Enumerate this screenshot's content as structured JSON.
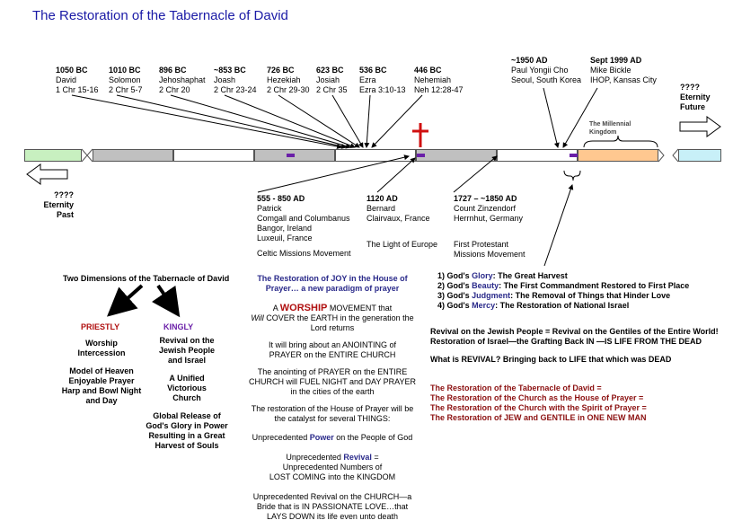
{
  "title": "The Restoration of the Tabernacle of David",
  "top_events": [
    {
      "date": "1050 BC",
      "l1": "David",
      "l2": "1 Chr 15-16"
    },
    {
      "date": "1010 BC",
      "l1": "Solomon",
      "l2": "2 Chr 5-7"
    },
    {
      "date": "896 BC",
      "l1": "Jehoshaphat",
      "l2": "2 Chr 20"
    },
    {
      "date": "~853 BC",
      "l1": "Joash",
      "l2": "2 Chr 23-24"
    },
    {
      "date": "726 BC",
      "l1": "Hezekiah",
      "l2": "2 Chr 29-30"
    },
    {
      "date": "623 BC",
      "l1": "Josiah",
      "l2": "2 Chr 35"
    },
    {
      "date": "536 BC",
      "l1": "Ezra",
      "l2": "Ezra 3:10-13"
    },
    {
      "date": "446 BC",
      "l1": "Nehemiah",
      "l2": "Neh 12:28-47"
    }
  ],
  "modern_events": [
    {
      "date": "~1950 AD",
      "l1": "Paul Yongii Cho",
      "l2": "Seoul, South Korea"
    },
    {
      "date": "Sept 1999 AD",
      "l1": "Mike Bickle",
      "l2": "IHOP, Kansas City"
    }
  ],
  "eternity_future": {
    "l1": "????",
    "l2": "Eternity",
    "l3": "Future"
  },
  "eternity_past": {
    "l1": "????",
    "l2": "Eternity",
    "l3": "Past"
  },
  "millennial": "The Millennial Kingdom",
  "church_events": [
    {
      "date": "555 - 850 AD",
      "lines": [
        "Patrick",
        "Comgall and Columbanus",
        "Bangor, Ireland",
        "Luxeuil, France",
        "",
        "Celtic Missions Movement"
      ]
    },
    {
      "date": "1120 AD",
      "lines": [
        "Bernard",
        "Clairvaux, France",
        "",
        "",
        "The Light of Europe"
      ]
    },
    {
      "date": "1727 – ~1850 AD",
      "lines": [
        "Count Zinzendorf",
        "Herrnhut, Germany",
        "",
        "",
        "First Protestant",
        "Missions Movement"
      ]
    }
  ],
  "two_dimensions": {
    "heading": "Two Dimensions of the Tabernacle of David",
    "priestly": {
      "label": "PRIESTLY",
      "items": [
        "Worship Intercession",
        "Model of Heaven Enjoyable Prayer Harp and Bowl Night and Day"
      ]
    },
    "kingly": {
      "label": "KINGLY",
      "items": [
        "Revival on the Jewish People and Israel",
        "A Unified Victorious Church",
        "Global Release of God's Glory in Power Resulting in a Great Harvest of Souls"
      ]
    }
  },
  "center_col": {
    "heading1": "The Restoration of JOY in the House of",
    "heading2": "Prayer… a new paradigm of prayer",
    "p1a": "A ",
    "p1b": "WORSHIP",
    "p1c": " MOVEMENT that",
    "p1d": "Will",
    "p1e": " COVER the EARTH in the generation the",
    "p1f": "Lord returns",
    "p2": "It will bring about an ANOINTING of PRAYER on the ENTIRE CHURCH",
    "p3": "The anointing of PRAYER on the ENTIRE CHURCH will FUEL NIGHT and DAY PRAYER in the cities of the earth",
    "p4": "The restoration of the House of Prayer will be the catalyst for several THINGS:",
    "p5a": "Unprecedented ",
    "p5b": "Power",
    "p5c": " on the People of God",
    "p6a": "Unprecedented ",
    "p6b": "Revival",
    "p6c": " =",
    "p6d": "Unprecedented Numbers of",
    "p6e": "LOST COMING into the KINGDOM",
    "p7": "Unprecedented Revival on the CHURCH—a Bride that is IN PASSIONATE LOVE…that LAYS DOWN its life even unto death"
  },
  "glory_list": [
    {
      "num": "1) God's ",
      "key": "Glory",
      "rest": ": The Great Harvest"
    },
    {
      "num": "2) God's ",
      "key": "Beauty",
      "rest": ":  The First Commandment Restored to First Place"
    },
    {
      "num": "3) God's ",
      "key": "Judgment",
      "rest": ": The Removal of Things that Hinder Love"
    },
    {
      "num": "4) God's ",
      "key": "Mercy",
      "rest": ": The Restoration of National Israel"
    }
  ],
  "revival": {
    "l1": "Revival on the Jewish People = Revival on the Gentiles of the Entire World!",
    "l2": "Restoration of Israel—the Grafting Back IN —IS LIFE FROM THE DEAD",
    "l3": "What is REVIVAL? Bringing back to LIFE that which was DEAD"
  },
  "restoration_list": [
    "The Restoration of the Tabernacle of David =",
    "The Restoration of the Church as the House of Prayer =",
    "The Restoration of the Church with the Spirit of Prayer =",
    "The Restoration of JEW and GENTILE in ONE NEW MAN"
  ],
  "colors": {
    "title": "#1a1aa6",
    "gray": "#c0c0c0",
    "peach": "#ffc890",
    "green": "#c8f0c0",
    "cyan": "#c8f0f8",
    "purple": "#6a1fa8",
    "cross": "#d01010"
  }
}
